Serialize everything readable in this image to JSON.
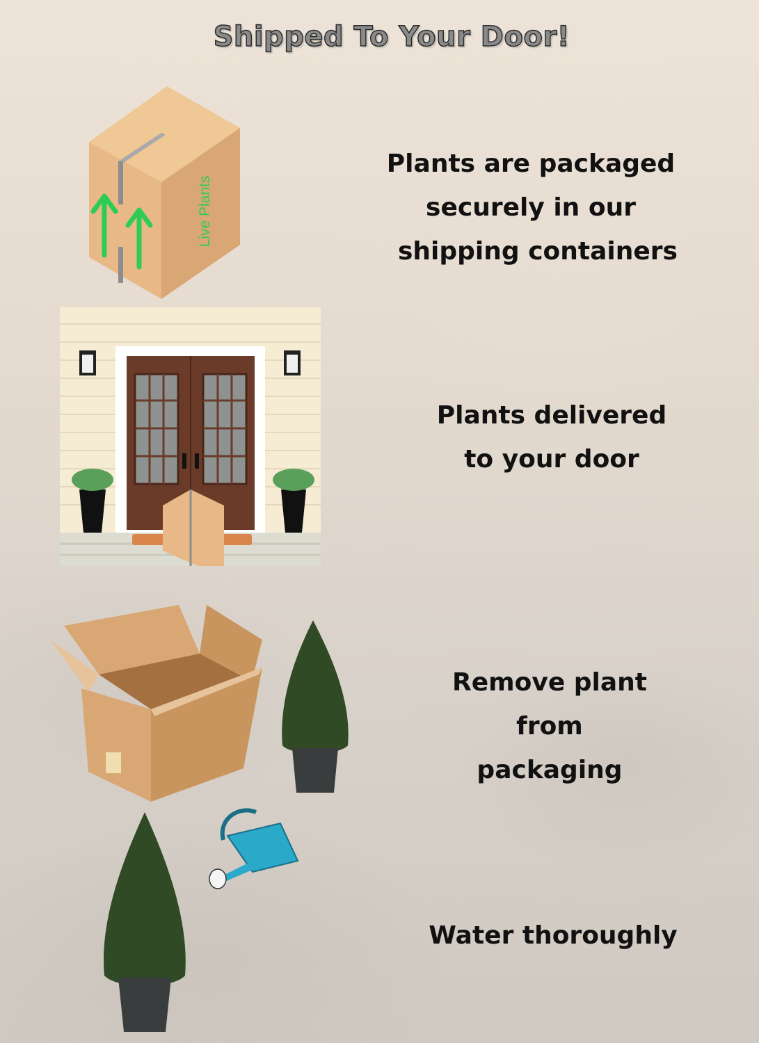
{
  "header": {
    "title": "Shipped To Your Door!"
  },
  "steps": [
    {
      "illustration": "closed-shipping-box",
      "box_label": "Live Plants",
      "lines": [
        "Plants are  packaged",
        "securely in our",
        "shipping containers"
      ]
    },
    {
      "illustration": "front-door-delivery",
      "lines": [
        "Plants delivered",
        "to your door"
      ]
    },
    {
      "illustration": "open-box-and-potted-plant",
      "lines": [
        "Remove plant",
        "from",
        "packaging"
      ]
    },
    {
      "illustration": "watering-can-and-plant",
      "lines": [
        "Water thoroughly"
      ]
    }
  ],
  "colors": {
    "cardboard": "#e8b987",
    "cardboard_dark": "#d9a774",
    "arrow_green": "#2ecc55",
    "door_brown": "#6b3b2a",
    "watering_can": "#2aa9c9",
    "text": "#111111"
  }
}
